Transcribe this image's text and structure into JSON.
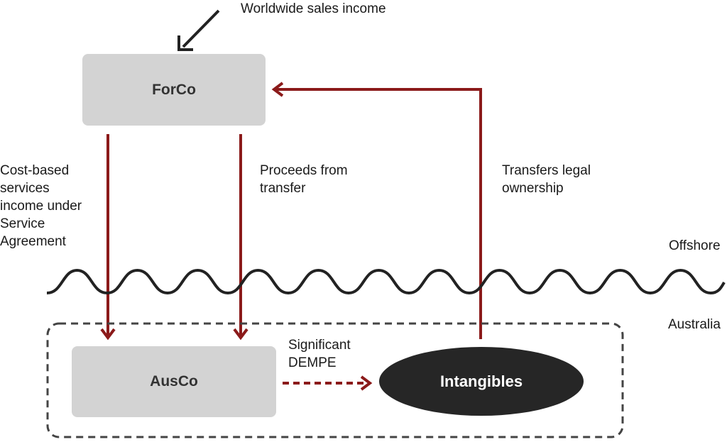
{
  "nodes": {
    "forco": "ForCo",
    "ausco": "AusCo",
    "intangibles": "Intangibles"
  },
  "labels": {
    "worldwide_sales": "Worldwide sales income",
    "cost_based": "Cost-based\nservices\nincome under\nService\nAgreement",
    "proceeds": "Proceeds from\ntransfer",
    "transfers_legal": "Transfers legal\nownership",
    "significant_dempe": "Significant\nDEMPE",
    "offshore": "Offshore",
    "australia": "Australia"
  },
  "colors": {
    "arrow_red": "#8b1a1a",
    "box_grey": "#d3d3d3",
    "ellipse_dark": "#262626",
    "line_dark": "#222222"
  }
}
